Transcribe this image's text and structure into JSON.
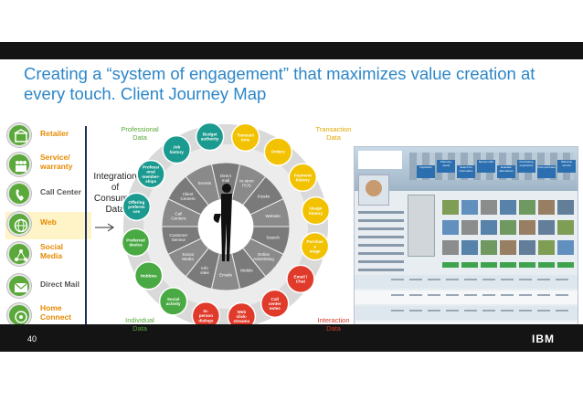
{
  "slide": {
    "title_line1": "Creating a “system of engagement” that maximizes value creation at",
    "title_line2": "every touch. Client Journey Map",
    "page_number": "40",
    "logo": "IBM"
  },
  "channels": [
    {
      "label": "Retailer",
      "icon": "retail-store-icon",
      "color": "#e68a00"
    },
    {
      "label": "Service/\nwarranty",
      "icon": "service-people-icon",
      "color": "#e68a00"
    },
    {
      "label": "Call Center",
      "icon": "telephone-icon",
      "color": "#555555"
    },
    {
      "label": "Web",
      "icon": "globe-icon",
      "color": "#e68a00"
    },
    {
      "label": "Social\nMedia",
      "icon": "social-network-icon",
      "color": "#e68a00"
    },
    {
      "label": "Direct Mail",
      "icon": "envelope-icon",
      "color": "#555555"
    },
    {
      "label": "Home\nConnect",
      "icon": "home-connect-icon",
      "color": "#e68a00"
    }
  ],
  "integration_label": "Integration\nof\nConsumer\nData",
  "quadrants": {
    "professional": {
      "label": "Professional\nData",
      "color": "#5aa93a"
    },
    "transaction": {
      "label": "Transaction\nData",
      "color": "#e0a800"
    },
    "individual": {
      "label": "Individual\nData",
      "color": "#5aa93a"
    },
    "interaction": {
      "label": "Interaction\nData",
      "color": "#d63a2a"
    }
  },
  "outer_ring": [
    {
      "label": "Budget\nauthority",
      "color": "#1b9a8f"
    },
    {
      "label": "Transact\nions",
      "color": "#f2c200"
    },
    {
      "label": "Orders",
      "color": "#f2c200"
    },
    {
      "label": "Payment\nhistory",
      "color": "#f2c200"
    },
    {
      "label": "Usage\nhistory",
      "color": "#f2c200"
    },
    {
      "label": "Purchas\ne\nstage",
      "color": "#f2c200"
    },
    {
      "label": "Email /\nChat",
      "color": "#e03a2a"
    },
    {
      "label": "Call\ncenter\nnotes",
      "color": "#e03a2a"
    },
    {
      "label": "Web\nclick-\nstreams",
      "color": "#e03a2a"
    },
    {
      "label": "In-\nperson\ndialogs",
      "color": "#e03a2a"
    },
    {
      "label": "Social\nactivity",
      "color": "#49a942"
    },
    {
      "label": "Hobbies",
      "color": "#49a942"
    },
    {
      "label": "Preferred\ndevice",
      "color": "#49a942"
    },
    {
      "label": "Offering\npreferen\nces",
      "color": "#1b9a8f"
    },
    {
      "label": "Professi\nonal\nmember-\nships",
      "color": "#1b9a8f"
    },
    {
      "label": "Job\nhistory",
      "color": "#1b9a8f"
    }
  ],
  "inner_ring": [
    "Direct\nmail",
    "In-store\nPOS",
    "Kiosks",
    "Website",
    "Search",
    "Online\nAdvertising",
    "Mobile",
    "Emails",
    "Info\nsites",
    "Social\nMedia",
    "Customer\nService",
    "Call\nCenters",
    "Client\nCenters",
    "Events"
  ],
  "screenshot": {
    "header_buttons": [
      "Inspiration",
      "Planning needs",
      "Search for information",
      "Review offer",
      "Evaluate alternatives",
      "Purchasing experience",
      "Post-purchase",
      "Warranty service"
    ]
  }
}
